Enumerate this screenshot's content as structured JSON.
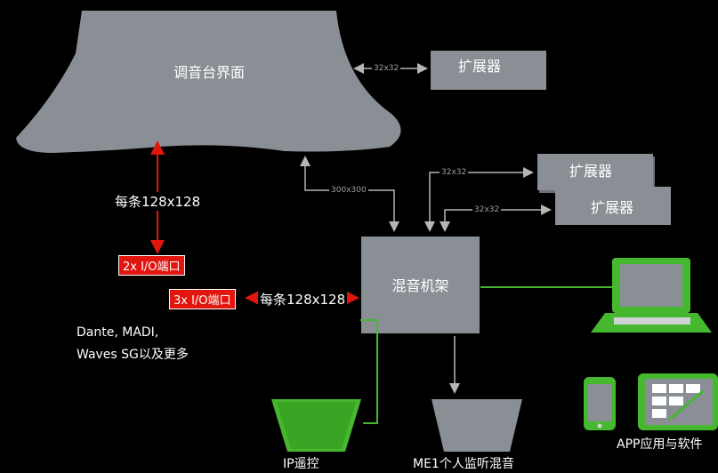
{
  "console_label": "调音台界面",
  "expander_top_label": "扩展器",
  "expander_mid_label": "扩展器",
  "expander_low_label": "扩展器",
  "rack_label": "混音机架",
  "link_32x32_a": "32x32",
  "link_32x32_b": "32x32",
  "link_32x32_c": "32x32",
  "link_300x300": "300x300",
  "per_128_vertical": "每条128x128",
  "per_128_horizontal": "每条128x128",
  "io_2x": "2x I/O端口",
  "io_3x": "3x I/O端口",
  "formats_line1": "Dante, MADI,",
  "formats_line2": "Waves SG以及更多",
  "ip_remote_label": "IP遥控",
  "me1_label": "ME1个人监听混音",
  "app_label": "APP应用与软件",
  "colors": {
    "gray": "#8a8f95",
    "red": "#e0160f",
    "green": "#46b82f",
    "arrow": "#b5b5b5"
  }
}
